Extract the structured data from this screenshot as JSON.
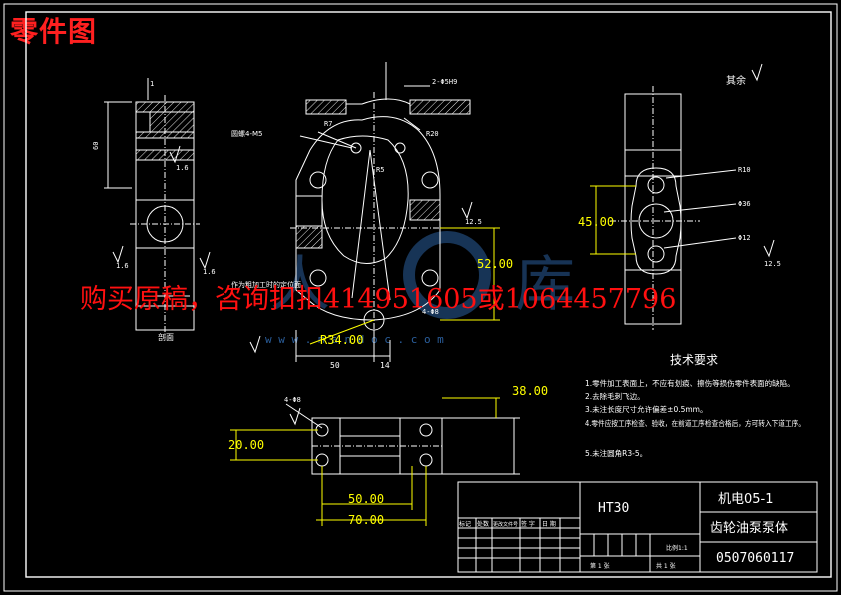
{
  "sheet_title": "零件图",
  "advert": "购买原稿，咨询扣扣414951605或1064457796",
  "watermark_url": "w w w . m a n d o c . c o m",
  "colors": {
    "bg": "#000000",
    "line": "#ffffff",
    "dim": "#ffff00",
    "hatch": "#ffffff",
    "red": "#ff2020",
    "wm": "#2a5e9c"
  },
  "roughness_note": "其余",
  "dims": {
    "d38": "38.00",
    "d20": "20.00",
    "d50": "50.00",
    "d70": "70.00",
    "d52": "52.00",
    "d45": "45.00",
    "r34": "R34.00"
  },
  "small_labels": {
    "w50": "50",
    "w14": "14",
    "h60": "60",
    "t1": "1",
    "pin": "2-Φ5H9",
    "r20": "R20",
    "r7": "R7",
    "r5": "R5",
    "h8": "4-Φ8",
    "h16": "1.6",
    "r10": "R10",
    "d36": "Φ36",
    "d12": "Φ12",
    "ra125": "12.5",
    "sec": "剖面",
    "thr": "圆螺4-M5",
    "fw": "作为粗加工时的定位面"
  },
  "tech": {
    "title": "技术要求",
    "items": [
      "1.零件加工表面上，不应有划痕、擦伤等损伤零件表面的缺陷。",
      "2.去除毛刺飞边。",
      "3.未注长度尺寸允许偏差±0.5mm。",
      "4.零件应按工序检查、验收，在前道工序检查合格后，方可转入下道工序。",
      "5.未注圆角R3-5。"
    ]
  },
  "title_block": {
    "material": "HT30",
    "org": "机电05-1",
    "name": "齿轮油泵泵体",
    "number": "0507060117",
    "headers": [
      "标记",
      "处数",
      "更改文件号",
      "签 字",
      "日 期"
    ],
    "scale": "比例1:1",
    "sheet_a": "第 1 张",
    "sheet_b": "共 1 张"
  }
}
